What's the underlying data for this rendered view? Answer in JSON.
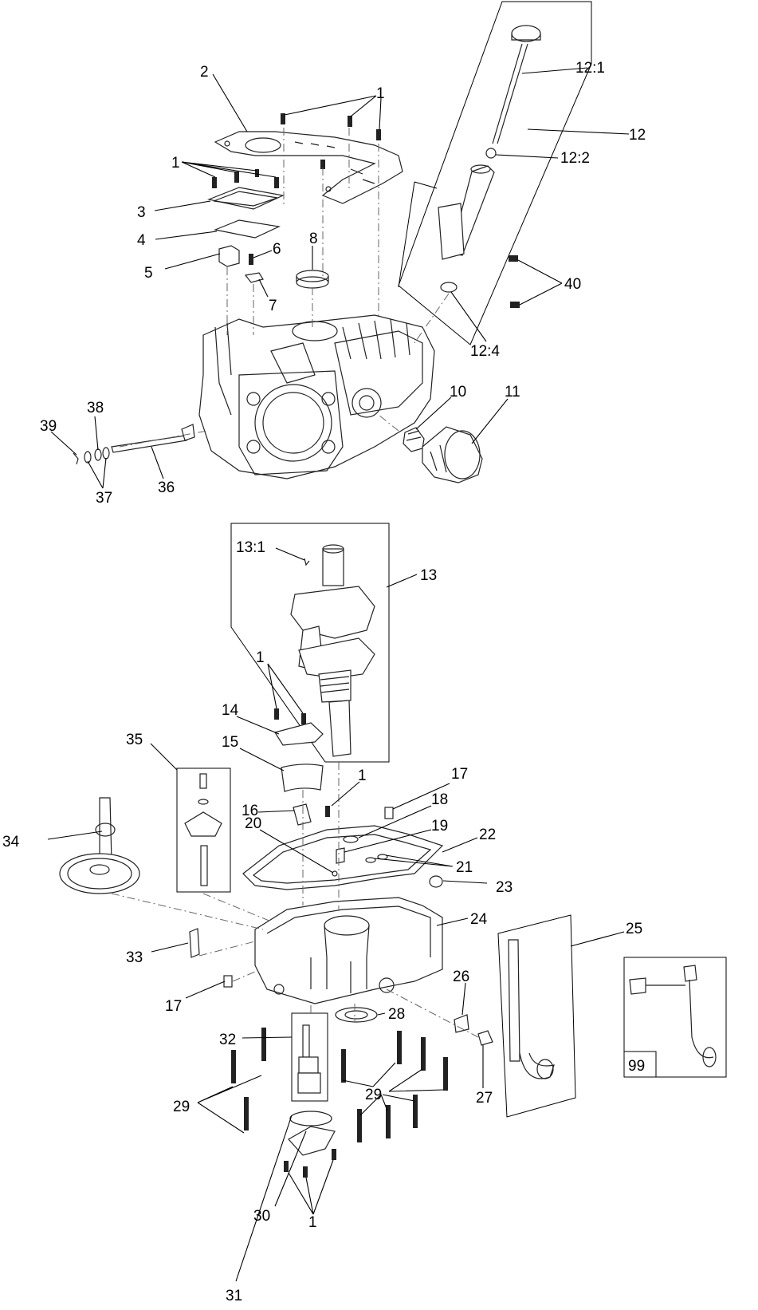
{
  "callouts": {
    "c1a": "1",
    "c1b": "1",
    "c1c": "1",
    "c1d": "1",
    "c1e": "1",
    "c2": "2",
    "c3": "3",
    "c4": "4",
    "c5": "5",
    "c6": "6",
    "c7": "7",
    "c8": "8",
    "c10": "10",
    "c11": "11",
    "c12": "12",
    "c12_1": "12:1",
    "c12_2": "12:2",
    "c12_4": "12:4",
    "c13": "13",
    "c13_1": "13:1",
    "c14": "14",
    "c15": "15",
    "c16": "16",
    "c17a": "17",
    "c17b": "17",
    "c18": "18",
    "c19": "19",
    "c20": "20",
    "c21": "21",
    "c22": "22",
    "c23": "23",
    "c24": "24",
    "c25": "25",
    "c26": "26",
    "c27": "27",
    "c28": "28",
    "c29a": "29",
    "c29b": "29",
    "c30": "30",
    "c31": "31",
    "c32": "32",
    "c33": "33",
    "c34": "34",
    "c35": "35",
    "c36": "36",
    "c37": "37",
    "c38": "38",
    "c39": "39",
    "c40": "40",
    "c99": "99"
  }
}
